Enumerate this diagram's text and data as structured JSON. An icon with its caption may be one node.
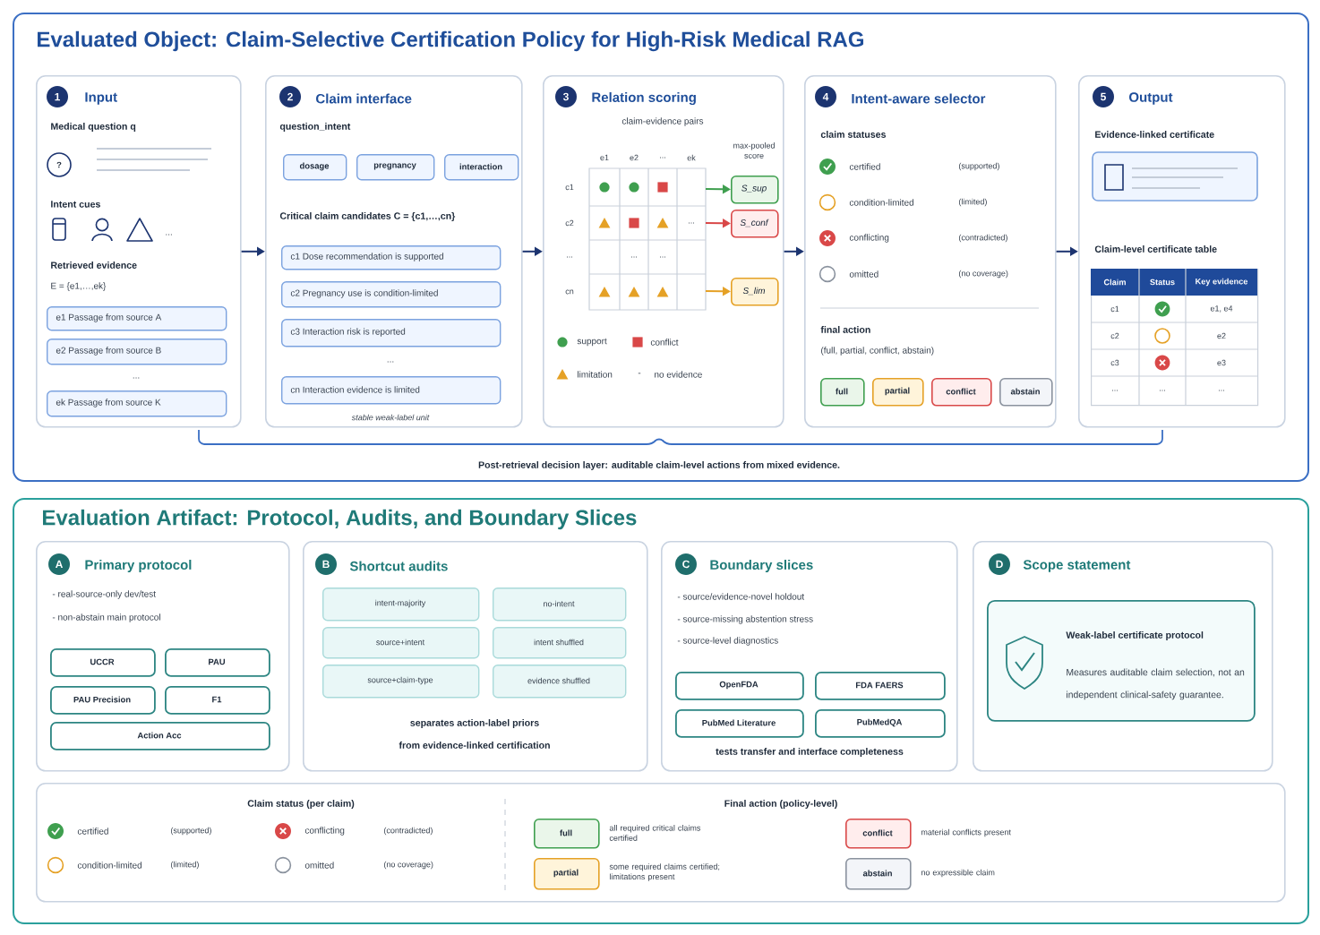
{
  "diagram": {
    "title": "Evaluated Object: Claim-Selective Certification Policy for High-Risk Medical RAG",
    "nodes": [
      {
        "text": [
          "Post-retrieval decision layer: auditable claim-level actions from mixed evidence."
        ]
      },
      {
        "text": [
          "Input",
          "Medical question q",
          "Intent cues",
          "...",
          "Retrieved evidence",
          "E = {e1,…,ek}",
          "..."
        ],
        "in": 0
      },
      {
        "text": [
          "1"
        ],
        "in": 1
      },
      {
        "text": [
          "?"
        ],
        "in": 1
      },
      {
        "text": [
          "e1 Passage from source A"
        ],
        "in": 1
      },
      {
        "text": [
          "e2 Passage from source B"
        ],
        "in": 1
      },
      {
        "text": [
          "ek Passage from source K"
        ],
        "in": 1
      },
      {
        "text": [
          "Claim interface",
          "question_intent",
          "Critical claim candidates C = {c1,…,cn}",
          "...",
          "stable weak-label unit"
        ],
        "in": 0
      },
      {
        "text": [
          "2"
        ],
        "in": 7
      },
      {
        "text": [
          "dosage"
        ],
        "in": 7
      },
      {
        "text": [
          "pregnancy"
        ],
        "in": 7
      },
      {
        "text": [
          "interaction"
        ],
        "in": 7
      },
      {
        "text": [
          "c1 Dose recommendation is supported"
        ],
        "in": 7
      },
      {
        "text": [
          "c2 Pregnancy use is condition-limited"
        ],
        "in": 7
      },
      {
        "text": [
          "c3 Interaction risk is reported"
        ],
        "in": 7
      },
      {
        "text": [
          "cn Interaction evidence is limited"
        ],
        "in": 7
      },
      {
        "text": [
          "Relation scoring",
          "claim-evidence pairs",
          "e1",
          "e2",
          "...",
          "ek",
          "max-pooled score",
          "c1",
          "c2",
          "...",
          "cn",
          "...",
          "...",
          "...",
          "support",
          "conflict",
          "limitation",
          "-",
          "no evidence"
        ],
        "in": 0
      },
      {
        "text": [
          "3"
        ],
        "in": 16
      },
      {
        "text": [
          "S_sup"
        ],
        "in": 16
      },
      {
        "text": [
          "S_conf"
        ],
        "in": 16
      },
      {
        "text": [
          "S_lim"
        ],
        "in": 16
      },
      {
        "text": [
          "Intent-aware selector",
          "claim statuses",
          "certified",
          "(supported)",
          "condition-limited",
          "(limited)",
          "conflicting",
          "(contradicted)",
          "omitted",
          "(no coverage)",
          "final action",
          "(full, partial, conflict, abstain)"
        ],
        "in": 0
      },
      {
        "text": [
          "4"
        ],
        "in": 21
      },
      {
        "text": [
          "full"
        ],
        "in": 21
      },
      {
        "text": [
          "partial"
        ],
        "in": 21
      },
      {
        "text": [
          "conflict"
        ],
        "in": 21
      },
      {
        "text": [
          "abstain"
        ],
        "in": 21
      },
      {
        "text": [
          "Output",
          "Evidence-linked certificate",
          "Claim-level certificate table"
        ],
        "in": 0
      },
      {
        "text": [
          "5"
        ],
        "in": 27
      },
      {
        "text": [
          "Claim",
          "Status",
          "Key evidence",
          "c1",
          "e1, e4",
          "c2",
          "e2",
          "c3",
          "e3",
          "...",
          "...",
          "..."
        ],
        "in": 27
      },
      {
        "text": [
          "Evaluation Artifact: Protocol, Audits, and Boundary Slices"
        ]
      },
      {
        "text": [
          "Primary protocol",
          "- real-source-only dev/test",
          "- non-abstain main protocol"
        ],
        "in": 30
      },
      {
        "text": [
          "A"
        ],
        "in": 31
      },
      {
        "text": [
          "UCCR"
        ],
        "in": 31
      },
      {
        "text": [
          "PAU"
        ],
        "in": 31
      },
      {
        "text": [
          "PAU Precision"
        ],
        "in": 31
      },
      {
        "text": [
          "F1"
        ],
        "in": 31
      },
      {
        "text": [
          "Action Acc"
        ],
        "in": 31
      },
      {
        "text": [
          "Shortcut audits",
          "separates action-label priors",
          "from evidence-linked certification"
        ],
        "in": 30
      },
      {
        "text": [
          "B"
        ],
        "in": 38
      },
      {
        "text": [
          "intent-majority"
        ],
        "in": 38
      },
      {
        "text": [
          "no-intent"
        ],
        "in": 38
      },
      {
        "text": [
          "source+intent"
        ],
        "in": 38
      },
      {
        "text": [
          "intent shuffled"
        ],
        "in": 38
      },
      {
        "text": [
          "source+claim-type"
        ],
        "in": 38
      },
      {
        "text": [
          "evidence shuffled"
        ],
        "in": 38
      },
      {
        "text": [
          "Boundary slices",
          "- source/evidence-novel holdout",
          "- source-missing abstention stress",
          "- source-level diagnostics",
          "tests transfer and interface completeness"
        ],
        "in": 30
      },
      {
        "text": [
          "C"
        ],
        "in": 46
      },
      {
        "text": [
          "OpenFDA"
        ],
        "in": 46
      },
      {
        "text": [
          "FDA FAERS"
        ],
        "in": 46
      },
      {
        "text": [
          "PubMed Literature"
        ],
        "in": 46
      },
      {
        "text": [
          "PubMedQA"
        ],
        "in": 46
      },
      {
        "text": [
          "Scope statement"
        ],
        "in": 30
      },
      {
        "text": [
          "D"
        ],
        "in": 52
      },
      {
        "text": [
          "Weak-label certificate protocol",
          "Measures auditable claim selection, not an independent clinical-safety guarantee."
        ],
        "in": 52
      },
      {
        "text": [
          "Claim status (per claim)",
          "certified",
          "(supported)",
          "conflicting",
          "(contradicted)",
          "condition-limited",
          "(limited)",
          "omitted",
          "(no coverage)",
          "Final action (policy-level)"
        ],
        "in": 30
      },
      {
        "text": [
          "full"
        ],
        "in": 55,
        "beside": [
          "all required critical claims certified"
        ]
      },
      {
        "text": [
          "partial"
        ],
        "in": 55,
        "beside": [
          "some required claims certified; limitations present"
        ]
      },
      {
        "text": [
          "conflict"
        ],
        "in": 55,
        "beside": [
          "material conflicts present"
        ]
      },
      {
        "text": [
          "abstain"
        ],
        "in": 55,
        "beside": [
          "no expressible claim"
        ]
      }
    ],
    "edges": [
      {
        "from": 1,
        "to": 7,
        "arrow": "to"
      },
      {
        "from": 7,
        "to": 16,
        "arrow": "to"
      },
      {
        "from": 16,
        "to": 21,
        "arrow": "to"
      },
      {
        "from": 21,
        "to": 27,
        "arrow": "to"
      },
      {
        "from": null,
        "to": 18,
        "arrow": "to",
        "color": "#3f9f4f"
      },
      {
        "from": null,
        "to": 19,
        "arrow": "to",
        "color": "#d94848"
      },
      {
        "from": null,
        "to": 20,
        "arrow": "to",
        "color": "#e5a126"
      }
    ]
  }
}
